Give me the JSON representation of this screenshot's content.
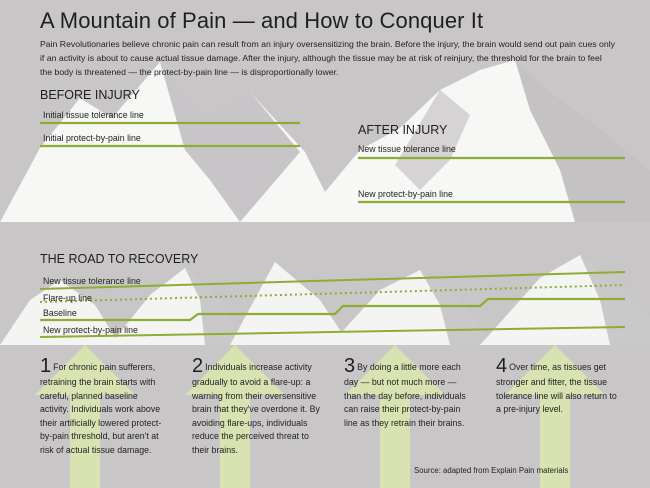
{
  "header": {
    "title": "A Mountain of Pain — and How to Conquer It",
    "intro": "Pain Revolutionaries believe chronic pain can result from an injury oversensitizing the brain. Before the injury, the brain would send out pain cues only if an activity is about to cause actual tissue damage. After the injury, although the tissue may be at risk of reinjury, the threshold for the brain to feel the body is threatened — the protect-by-pain line — is disproportionally lower."
  },
  "before": {
    "heading": "BEFORE INJURY",
    "tissue_line": "Initial tissue tolerance line",
    "protect_line": "Initial protect-by-pain line"
  },
  "after": {
    "heading": "AFTER INJURY",
    "tissue_line": "New tissue tolerance line",
    "protect_line": "New protect-by-pain line"
  },
  "recovery": {
    "heading": "THE ROAD TO RECOVERY",
    "lines": {
      "tissue": "New tissue tolerance line",
      "flareup": "Flare-up line",
      "baseline": "Baseline",
      "protect": "New protect-by-pain line"
    }
  },
  "steps": [
    {
      "number": "1",
      "text": "For chronic pain sufferers, retraining the brain starts with careful, planned baseline activity. Individuals work above their artificially lowered protect-by-pain threshold, but aren't at risk of actual tissue damage."
    },
    {
      "number": "2",
      "text": "Individuals increase activity gradually to avoid a flare-up: a warning from their oversensitive brain that they've overdone it. By avoiding flare-ups, individuals reduce the perceived threat to their brains."
    },
    {
      "number": "3",
      "text": "By doing a little more each day — but not much more — than the day before, individuals can raise their protect-by-pain line as they retrain their brains."
    },
    {
      "number": "4",
      "text": "Over time, as tissues get stronger and fitter, the tissue tolerance line will also return to a pre-injury level."
    }
  ],
  "source": "Source: adapted from Explain Pain materials",
  "colors": {
    "background": "#c9c6c7",
    "line_green": "#8dad35",
    "arrow_green": "#d9e3b2",
    "mountain_white": "#f7f7f5",
    "mountain_shadow": "#a9a6a8"
  }
}
